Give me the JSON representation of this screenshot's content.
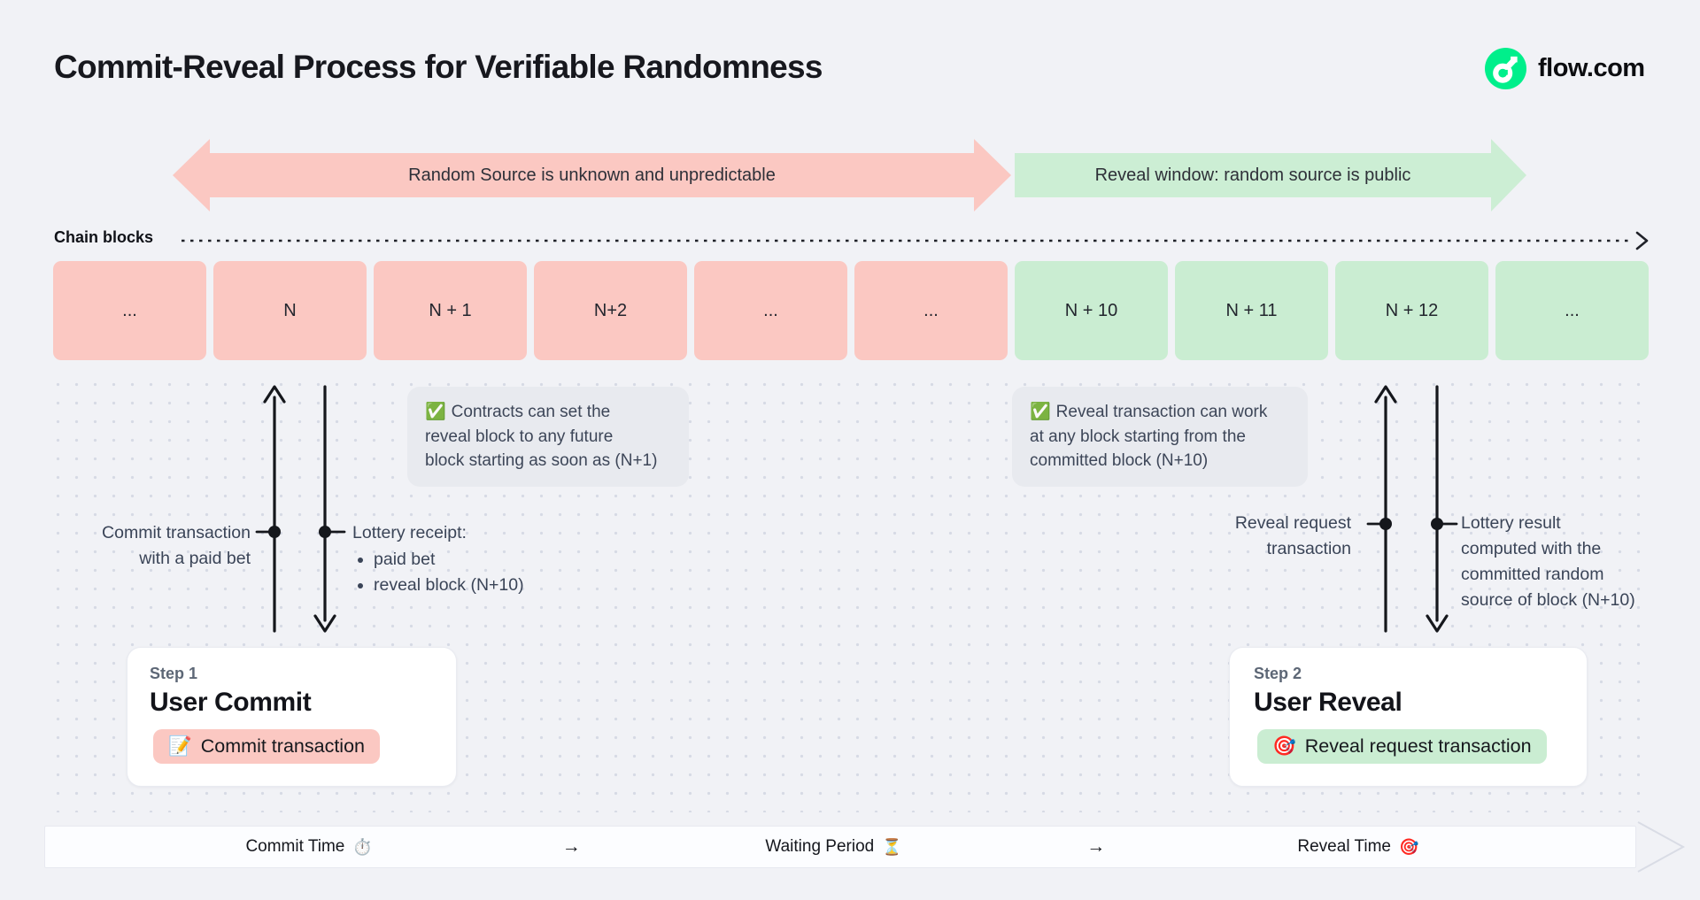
{
  "title": "Commit-Reveal Process for Verifiable Randomness",
  "brand": {
    "name": "flow.com",
    "logo_color": "#00ef8b"
  },
  "bands": {
    "commit": {
      "label": "Random Source is unknown and unpredictable",
      "color": "#fbc8c2"
    },
    "reveal": {
      "label": "Reveal window: random source is public",
      "color": "#cceed4"
    }
  },
  "chain": {
    "label": "Chain blocks",
    "blocks": [
      {
        "label": "...",
        "phase": "commit"
      },
      {
        "label": "N",
        "phase": "commit"
      },
      {
        "label": "N + 1",
        "phase": "commit"
      },
      {
        "label": "N+2",
        "phase": "commit"
      },
      {
        "label": "...",
        "phase": "commit"
      },
      {
        "label": "...",
        "phase": "commit"
      },
      {
        "label": "N + 10",
        "phase": "reveal"
      },
      {
        "label": "N + 11",
        "phase": "reveal"
      },
      {
        "label": "N + 12",
        "phase": "reveal"
      },
      {
        "label": "...",
        "phase": "reveal"
      }
    ]
  },
  "notes": {
    "commit": {
      "icon": "✅",
      "text": "Contracts can set the\nreveal block to any future\nblock starting as soon as (N+1)"
    },
    "reveal": {
      "icon": "✅",
      "text": "Reveal transaction can work\nat any block starting from the\ncommitted block (N+10)"
    }
  },
  "annotations": {
    "commit_tx": {
      "line1": "Commit transaction",
      "line2": "with a paid bet"
    },
    "lottery_receipt": {
      "title": "Lottery receipt:",
      "bullets": [
        "paid bet",
        "reveal block (N+10)"
      ]
    },
    "reveal_request": {
      "line1": "Reveal request",
      "line2": "transaction"
    },
    "lottery_result": {
      "line1": "Lottery result",
      "line2": "computed with the",
      "line3": "committed random",
      "line4": "source of block (N+10)"
    }
  },
  "steps": {
    "step1": {
      "kicker": "Step 1",
      "title": "User Commit",
      "pill_icon": "📝",
      "pill_label": "Commit transaction"
    },
    "step2": {
      "kicker": "Step 2",
      "title": "User Reveal",
      "pill_icon": "🎯",
      "pill_label": "Reveal request transaction"
    }
  },
  "timeline": {
    "items": [
      {
        "icon": "⏱️",
        "label": "Commit Time"
      },
      {
        "icon": "",
        "label": "→"
      },
      {
        "icon": "⏳",
        "label": "Waiting Period"
      },
      {
        "icon": "",
        "label": "→"
      },
      {
        "icon": "🎯",
        "label": "Reveal Time"
      }
    ]
  }
}
